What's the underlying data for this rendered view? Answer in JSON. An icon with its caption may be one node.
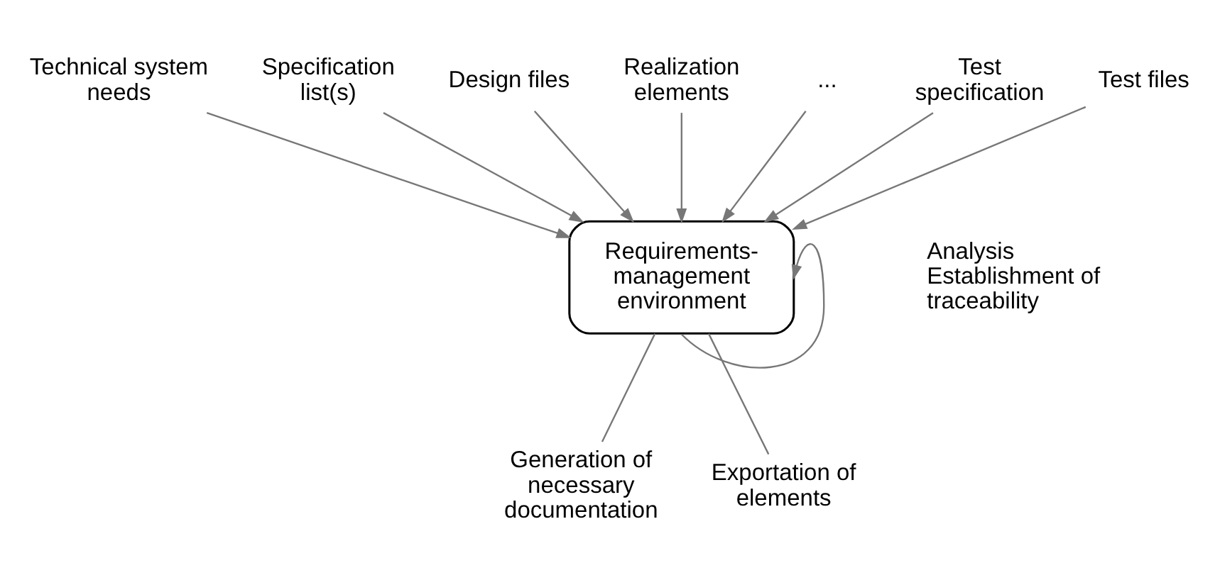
{
  "diagram": {
    "nodes": [
      {
        "text": [
          "Technical system needs"
        ]
      },
      {
        "text": [
          "Specification list(s)"
        ]
      },
      {
        "text": [
          "Design files"
        ]
      },
      {
        "text": [
          "Realization elements"
        ]
      },
      {
        "text": [
          "..."
        ]
      },
      {
        "text": [
          "Test specification"
        ]
      },
      {
        "text": [
          "Test files"
        ]
      },
      {
        "text": [
          "Requirements- management environment"
        ]
      },
      {
        "text": [
          "Generation of necessary documentation"
        ]
      },
      {
        "text": [
          "Exportation of elements"
        ]
      }
    ],
    "edges": [
      {
        "from": 0,
        "to": 7,
        "arrow": "to"
      },
      {
        "from": 1,
        "to": 7,
        "arrow": "to"
      },
      {
        "from": 2,
        "to": 7,
        "arrow": "to"
      },
      {
        "from": 3,
        "to": 7,
        "arrow": "to"
      },
      {
        "from": 4,
        "to": 7,
        "arrow": "to"
      },
      {
        "from": 5,
        "to": 7,
        "arrow": "to"
      },
      {
        "from": 6,
        "to": 7,
        "arrow": "to"
      },
      {
        "from": 7,
        "to": 7,
        "arrow": "to"
      },
      {
        "from": 7,
        "to": 8,
        "arrow": "none"
      },
      {
        "from": 7,
        "to": 9,
        "arrow": "none"
      }
    ],
    "labels": [
      "Analysis",
      "Establishment of traceability"
    ]
  }
}
